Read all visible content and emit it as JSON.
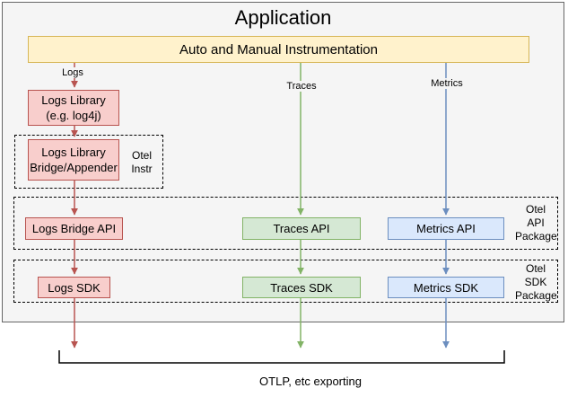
{
  "app": {
    "title": "Application"
  },
  "instrumentation": {
    "label": "Auto and Manual Instrumentation"
  },
  "streams": {
    "logs": {
      "arrow_label": "Logs",
      "library_line1": "Logs Library",
      "library_line2": "(e.g. log4j)",
      "bridge_line1": "Logs Library",
      "bridge_line2": "Bridge/Appender",
      "api": "Logs Bridge API",
      "sdk": "Logs SDK"
    },
    "traces": {
      "arrow_label": "Traces",
      "api": "Traces API",
      "sdk": "Traces SDK"
    },
    "metrics": {
      "arrow_label": "Metrics",
      "api": "Metrics API",
      "sdk": "Metrics SDK"
    }
  },
  "groups": {
    "otel_instr": {
      "line1": "Otel",
      "line2": "Instr"
    },
    "otel_api": {
      "line1": "Otel",
      "line2": "API",
      "line3": "Package"
    },
    "otel_sdk": {
      "line1": "Otel",
      "line2": "SDK",
      "line3": "Package"
    }
  },
  "exporting": {
    "label": "OTLP, etc exporting"
  },
  "colors": {
    "app_background": "#F5F5F5",
    "app_border": "#666666",
    "instrumentation_fill": "#FFF2CC",
    "instrumentation_border": "#D6B656",
    "logs_fill": "#F8CECC",
    "logs_accent": "#B85450",
    "traces_fill": "#D5E8D4",
    "traces_accent": "#82B366",
    "metrics_fill": "#DAE8FC",
    "metrics_accent": "#6C8EBF",
    "bracket": "#000000"
  }
}
